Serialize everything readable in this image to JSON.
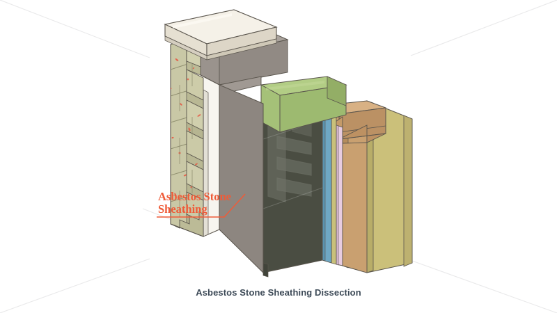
{
  "figure": {
    "caption": "Asbestos Stone Sheathing Dissection",
    "caption_color": "#3d4a57",
    "background_color": "#ffffff"
  },
  "callout": {
    "line1": "Asbestos Stone",
    "line2": "Sheathing",
    "color": "#ef5b38",
    "leader_target": "asbestos stone block face"
  },
  "watermark": {
    "visible": true,
    "description": "faint diagonal corner lines and translucent logo over cavity"
  },
  "assembly": {
    "title": "Asbestos Stone Sheathing Dissection",
    "layers": [
      {
        "id": "cap-stone",
        "name": "Cap Stone Coping",
        "color": "#efe9dd",
        "top_color": "#f5f1e8",
        "side_color": "#ddd6c7"
      },
      {
        "id": "stone-sheathing",
        "name": "Asbestos Stone Sheathing",
        "color": "#c9c8a6",
        "top_color": "#d5d4b6",
        "side_color": "#b5b48f",
        "speckle_color": "#e8503c",
        "labelled": true
      },
      {
        "id": "air-gap",
        "name": "White Render / Air Gap",
        "color": "#f7f5ef",
        "side_color": "#e3e0d6"
      },
      {
        "id": "concrete-backing",
        "name": "Concrete Backing",
        "color": "#9a938d",
        "top_color": "#a9a29c",
        "side_color": "#8a837d"
      },
      {
        "id": "cavity",
        "name": "Structural Cavity",
        "color": "#4a4d42",
        "top_color": "#5a5d50"
      },
      {
        "id": "insulation",
        "name": "Rigid Insulation Board",
        "color": "#a5c178",
        "top_color": "#b2cd85",
        "side_color": "#91ae66"
      },
      {
        "id": "membrane",
        "name": "Vapour Control Membrane",
        "color": "#6fa8c4",
        "side_color": "#5b94b0"
      },
      {
        "id": "breather",
        "name": "Breather Layer",
        "color": "#c9c07a"
      },
      {
        "id": "plasterboard",
        "name": "Plasterboard Lining",
        "color": "#e8cce0",
        "side_color": "#d9b8d2"
      },
      {
        "id": "timber-stud",
        "name": "Timber Stud Framing",
        "color": "#c9a070",
        "top_color": "#d8b184",
        "side_color": "#b58d5c"
      },
      {
        "id": "inner-panel",
        "name": "Inner Finish Panel",
        "color": "#cbc07a",
        "side_color": "#b8ad68"
      }
    ],
    "speckle_count": 150,
    "stone_courses": 7
  },
  "colors": {
    "accent": "#ef5b38",
    "caption": "#3d4a57",
    "outline": "#59544c"
  }
}
